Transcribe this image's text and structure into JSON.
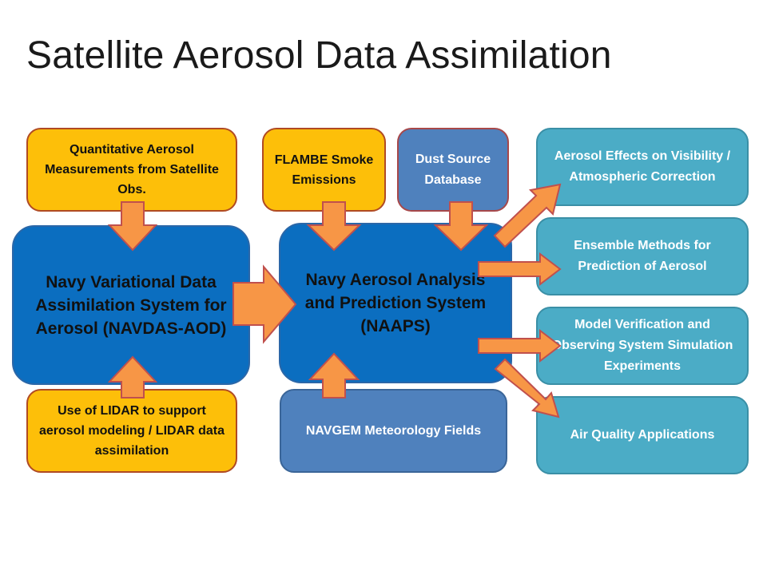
{
  "title": "Satellite Aerosol Data Assimilation",
  "inputs": {
    "quantitative": "Quantitative Aerosol Measurements from Satellite Obs.",
    "flambe": "FLAMBE Smoke Emissions",
    "dust": "Dust Source Database",
    "lidar": "Use of LIDAR to support aerosol modeling / LIDAR data assimilation",
    "navgem": "NAVGEM Meteorology Fields"
  },
  "systems": {
    "navdas": "Navy Variational Data Assimilation System for Aerosol (NAVDAS-AOD)",
    "naaps": "Navy Aerosol Analysis and Prediction System (NAAPS)"
  },
  "applications": [
    "Aerosol Effects on Visibility / Atmospheric Correction",
    "Ensemble Methods for Prediction of Aerosol",
    "Model Verification and Observing System Simulation Experiments",
    "Air Quality Applications"
  ],
  "colors": {
    "input_orange": "#fdbf09",
    "system_blue": "#0b6ec0",
    "steel_blue": "#4f81bd",
    "app_teal": "#4bacc6",
    "arrow_orange": "#f79646"
  }
}
